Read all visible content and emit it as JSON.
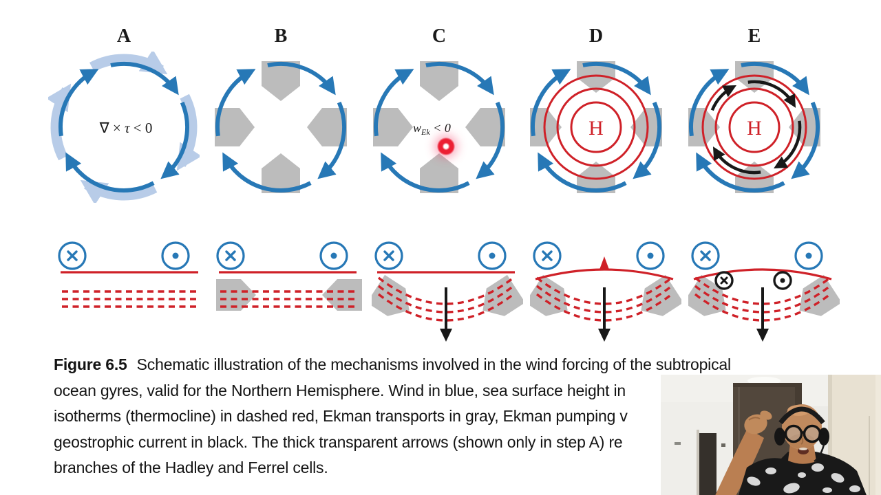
{
  "figure": {
    "caption": {
      "label": "Figure 6.5",
      "lines": [
        "Schematic illustration of the mechanisms involved in the wind forcing of the subtropical",
        "ocean gyres, valid for the Northern Hemisphere. Wind in blue, sea surface height in",
        "isotherms (thermocline) in dashed red, Ekman transports in gray, Ekman pumping v",
        "geostrophic current in black. The thick transparent arrows (shown only in step A) re",
        "branches of the Hadley and Ferrel cells."
      ]
    },
    "panels": [
      {
        "label": "A",
        "formula": {
          "lead": "∇ × ",
          "italic": "τ",
          "tail": " < 0"
        },
        "features": {
          "highlight_arrows": true,
          "gray_arrows": false,
          "red_circles": false,
          "black_ring": false,
          "laser_dot": false
        }
      },
      {
        "label": "B",
        "features": {
          "highlight_arrows": false,
          "gray_arrows": true,
          "red_circles": false,
          "black_ring": false,
          "laser_dot": false
        }
      },
      {
        "label": "C",
        "formula_sub": {
          "lead": "w",
          "sub": "Ek",
          "tail": " < 0"
        },
        "features": {
          "highlight_arrows": false,
          "gray_arrows": true,
          "red_circles": false,
          "black_ring": false,
          "laser_dot": true
        }
      },
      {
        "label": "D",
        "center_letter": "H",
        "features": {
          "highlight_arrows": false,
          "gray_arrows": true,
          "red_circles": true,
          "black_ring": false,
          "laser_dot": false
        }
      },
      {
        "label": "E",
        "center_letter": "H",
        "features": {
          "highlight_arrows": false,
          "gray_arrows": true,
          "red_circles": true,
          "black_ring": true,
          "laser_dot": false
        }
      }
    ],
    "cross_sections": [
      {
        "panel": "A",
        "surface": "flat",
        "thermocline": "flat",
        "ekman_transport": "none",
        "pumping_arrow": false,
        "geostrophic_symbols": false
      },
      {
        "panel": "B",
        "surface": "flat",
        "thermocline": "flat",
        "ekman_transport": "horizontal",
        "pumping_arrow": false,
        "geostrophic_symbols": false
      },
      {
        "panel": "C",
        "surface": "flat",
        "thermocline": "bowl",
        "ekman_transport": "tilted",
        "pumping_arrow": true,
        "geostrophic_symbols": false
      },
      {
        "panel": "D",
        "surface": "bulge_marker",
        "thermocline": "bowl",
        "ekman_transport": "tilted",
        "pumping_arrow": true,
        "geostrophic_symbols": false
      },
      {
        "panel": "E",
        "surface": "bulge",
        "thermocline": "bowl",
        "ekman_transport": "tilted",
        "pumping_arrow": true,
        "geostrophic_symbols": true
      }
    ],
    "wind_symbols": {
      "left": "into-page-cross",
      "right": "out-of-page-dot"
    }
  },
  "webcam": {
    "position": "bottom-right"
  },
  "colors": {
    "wind_blue": "#2778b6",
    "highlight_blue": "#a9c2e3",
    "ekman_gray": "#bcbcbc",
    "red": "#cf2128",
    "black": "#181818",
    "laser": "#ec1f33",
    "caption_text": "#141414",
    "background": "#ffffff"
  }
}
